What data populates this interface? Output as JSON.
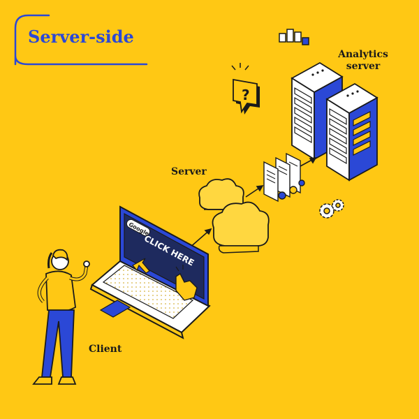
{
  "title": "Server-side",
  "labels": {
    "analytics": "Analytics server",
    "server": "Server",
    "client": "Client"
  },
  "screen": {
    "search_logo": "Google",
    "cta": "CLICK HERE",
    "question_mark": "?"
  },
  "colors": {
    "background": "#FFC814",
    "accent_blue": "#2B48D6",
    "navy": "#1E2A5E",
    "ink": "#1A1A1A",
    "white": "#FFFFFF"
  },
  "icons": [
    "bar-chart-icon",
    "question-bubble-icon",
    "documents-icon",
    "gears-icon",
    "cloud-icon",
    "cursor-arrow-icon",
    "pointing-hand-icon"
  ]
}
